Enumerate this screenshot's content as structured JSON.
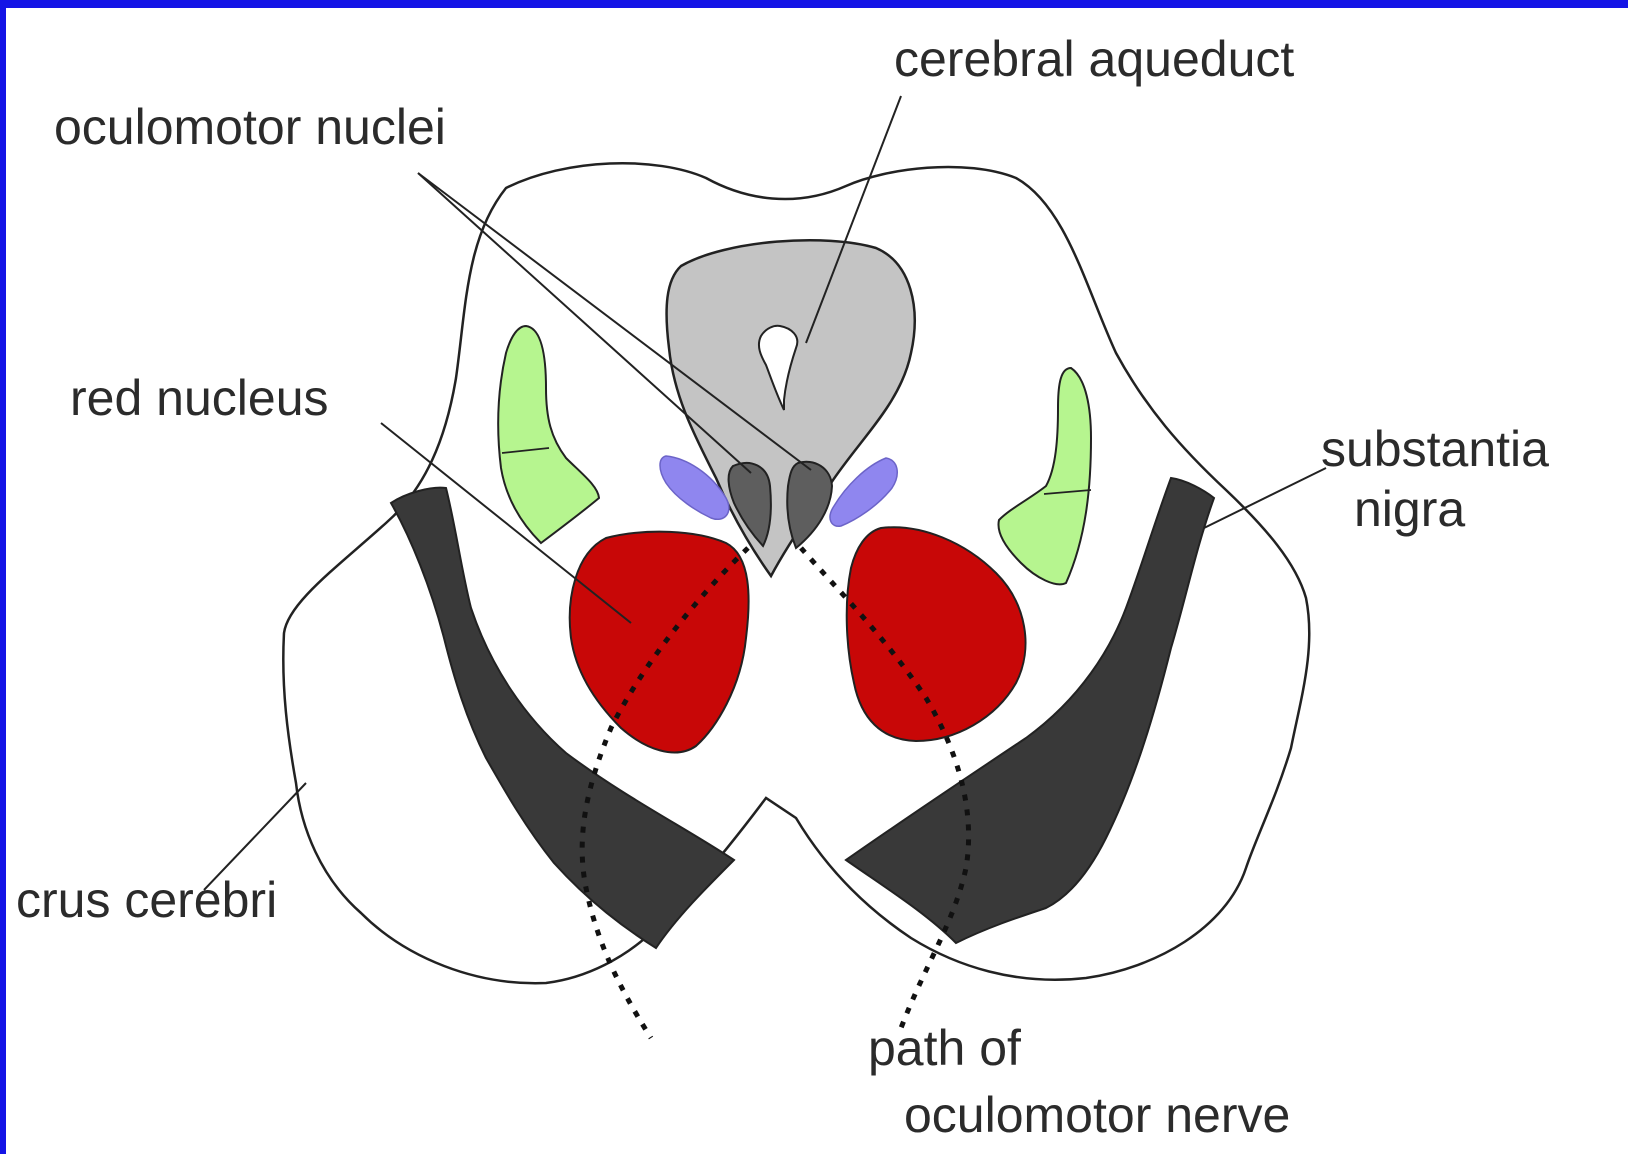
{
  "colors": {
    "frame_border": "#1414e6",
    "background": "#ffffff",
    "outline": "#222222",
    "periaqueductal_gray": "#c4c4c4",
    "aqueduct": "#ffffff",
    "oculomotor_nuclei": "#5e5e5e",
    "accessory_nuclei": "#8f86ef",
    "red_nucleus": "#c80707",
    "substantia_nigra": "#393939",
    "medial_lemniscus": "#b6f58f"
  },
  "labels": {
    "cerebral_aqueduct": "cerebral aqueduct",
    "oculomotor_nuclei": "oculomotor nuclei",
    "red_nucleus": "red nucleus",
    "substantia_nigra_line1": "substantia",
    "substantia_nigra_line2": "nigra",
    "crus_cerebri": "crus cerebri",
    "oculomotor_nerve_line1": "path of",
    "oculomotor_nerve_line2": "oculomotor nerve"
  }
}
